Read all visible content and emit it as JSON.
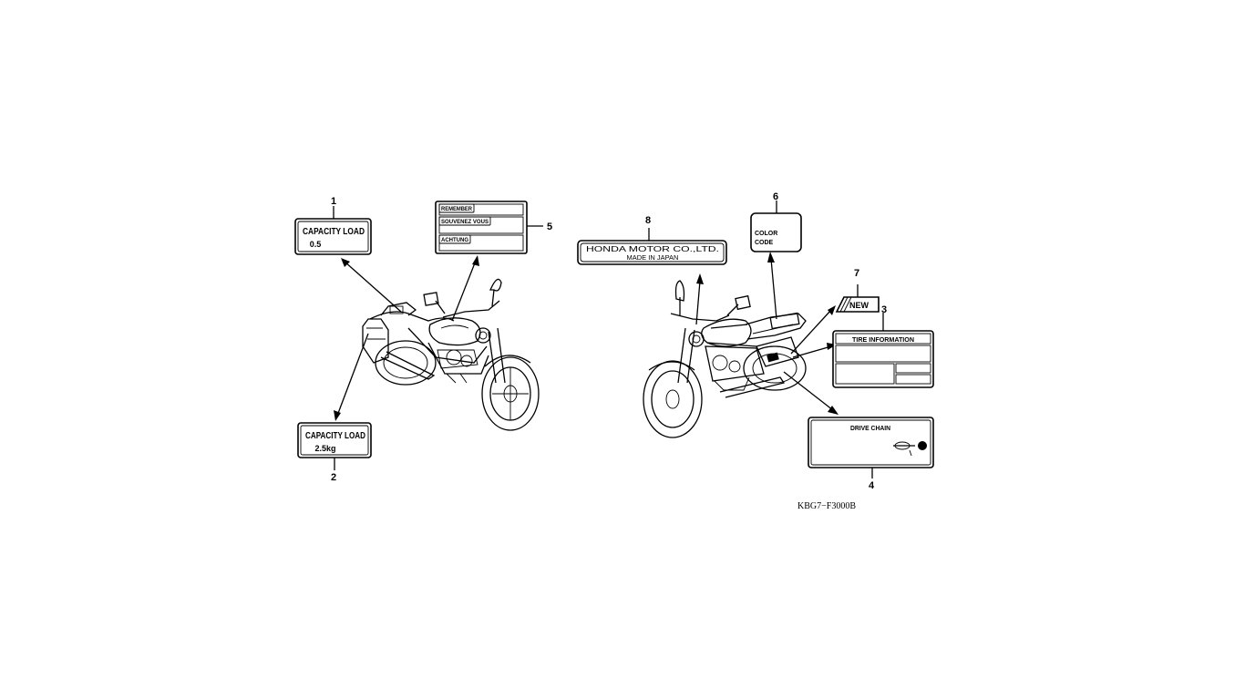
{
  "callouts": {
    "c1": "1",
    "c2": "2",
    "c3": "3",
    "c4": "4",
    "c5": "5",
    "c6": "6",
    "c7": "7",
    "c8": "8"
  },
  "labels": {
    "capacity_top": {
      "title": "CAPACITY LOAD",
      "value": "0.5"
    },
    "capacity_bottom": {
      "title": "CAPACITY LOAD",
      "value": "2.5kg"
    },
    "caution": {
      "line1": "REMEMBER",
      "line2": "SOUVENEZ VOUS",
      "line3": "ACHTUNG"
    },
    "honda": {
      "line1": "HONDA MOTOR CO.,LTD.",
      "line2": "MADE IN JAPAN"
    },
    "color_code": {
      "line1": "COLOR",
      "line2": "CODE"
    },
    "new_tag": "NEW",
    "tire": "TIRE INFORMATION",
    "chain": "DRIVE CHAIN"
  },
  "reference_code": "KBG7−F3000B"
}
